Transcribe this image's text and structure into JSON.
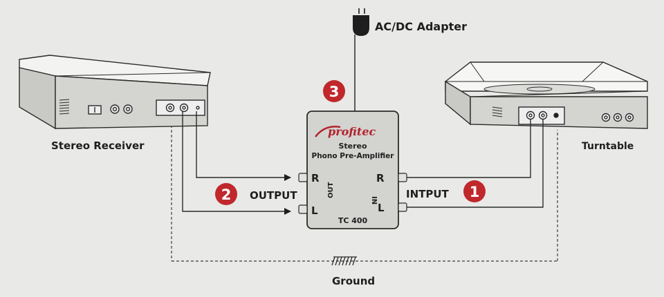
{
  "labels": {
    "adapter": "AC/DC Adapter",
    "receiver": "Stereo Receiver",
    "turntable": "Turntable",
    "ground": "Ground",
    "output": "OUTPUT",
    "input": "INTPUT"
  },
  "amplifier": {
    "brand": "profitec",
    "line1": "Stereo",
    "line2": "Phono Pre-Amplifier",
    "model": "TC 400",
    "out_label": "OUT",
    "in_label": "IN",
    "r": "R",
    "l": "L"
  },
  "steps": {
    "one": "1",
    "two": "2",
    "three": "3"
  },
  "colors": {
    "badge": "#c0282b",
    "brand": "#b3222a",
    "line": "#2a2a2a",
    "background": "#e9e9e7"
  },
  "icons": [
    "plug-icon",
    "ground-icon",
    "receiver-icon",
    "turntable-icon",
    "pre-amplifier-icon"
  ]
}
